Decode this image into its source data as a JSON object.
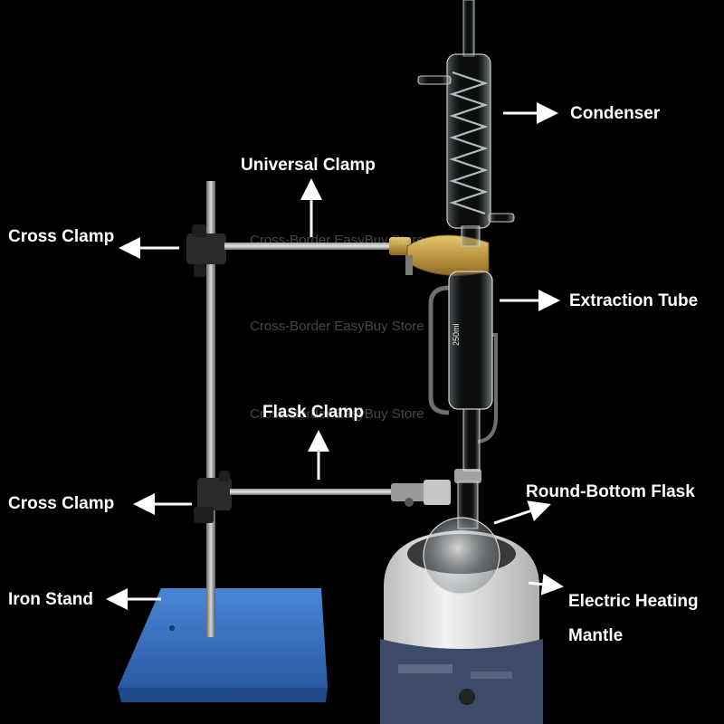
{
  "colors": {
    "background": "#000000",
    "label_text": "#ffffff",
    "base_blue": "#3a76c8",
    "mantle_white": "#ececec",
    "brass": "#c9a24a"
  },
  "labels": {
    "condenser": "Condenser",
    "universal_clamp": "Universal Clamp",
    "cross_clamp_top": "Cross Clamp",
    "extraction_tube": "Extraction Tube",
    "flask_clamp": "Flask Clamp",
    "cross_clamp_bottom": "Cross Clamp",
    "round_bottom_flask": "Round-Bottom Flask",
    "iron_stand": "Iron Stand",
    "heating_mantle_line1": "Electric Heating",
    "heating_mantle_line2": "Mantle"
  },
  "watermark": "Cross-Border EasyBuy Store",
  "tube_marking": "250ml"
}
